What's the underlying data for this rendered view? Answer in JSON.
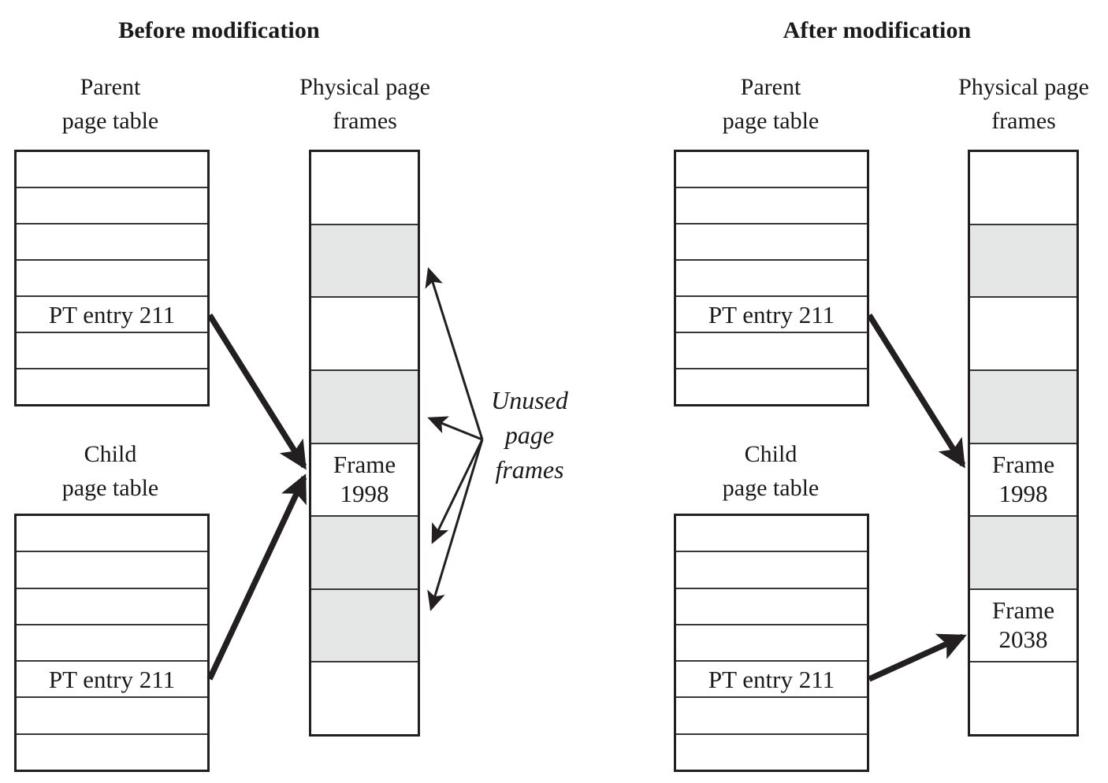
{
  "figure": {
    "description": "Copy-on-write page table diagram: before and after modification"
  },
  "panels": [
    {
      "id": "before",
      "title": "Before modification",
      "parent_label_line1": "Parent",
      "parent_label_line2": "page table",
      "child_label_line1": "Child",
      "child_label_line2": "page table",
      "frames_label_line1": "Physical page",
      "frames_label_line2": "frames",
      "parent_table": {
        "rows": [
          "",
          "",
          "",
          "",
          "PT entry 211",
          "",
          ""
        ],
        "highlight_row_index": 4
      },
      "child_table": {
        "rows": [
          "",
          "",
          "",
          "",
          "PT entry 211",
          "",
          ""
        ],
        "highlight_row_index": 4
      },
      "frames": [
        {
          "label": "",
          "shaded": false
        },
        {
          "label": "",
          "shaded": true
        },
        {
          "label": "",
          "shaded": false
        },
        {
          "label": "",
          "shaded": true
        },
        {
          "label_line1": "Frame",
          "label_line2": "1998",
          "shaded": false
        },
        {
          "label": "",
          "shaded": true
        },
        {
          "label": "",
          "shaded": true
        },
        {
          "label": "",
          "shaded": false
        }
      ],
      "annotation": {
        "line1": "Unused",
        "line2": "page",
        "line3": "frames",
        "points_to_frame_indices": [
          1,
          3,
          5,
          6
        ]
      }
    },
    {
      "id": "after",
      "title": "After modification",
      "parent_label_line1": "Parent",
      "parent_label_line2": "page table",
      "child_label_line1": "Child",
      "child_label_line2": "page table",
      "frames_label_line1": "Physical page",
      "frames_label_line2": "frames",
      "parent_table": {
        "rows": [
          "",
          "",
          "",
          "",
          "PT entry 211",
          "",
          ""
        ],
        "highlight_row_index": 4
      },
      "child_table": {
        "rows": [
          "",
          "",
          "",
          "",
          "PT entry 211",
          "",
          ""
        ],
        "highlight_row_index": 4
      },
      "frames": [
        {
          "label": "",
          "shaded": false
        },
        {
          "label": "",
          "shaded": true
        },
        {
          "label": "",
          "shaded": false
        },
        {
          "label": "",
          "shaded": true
        },
        {
          "label_line1": "Frame",
          "label_line2": "1998",
          "shaded": false
        },
        {
          "label": "",
          "shaded": true
        },
        {
          "label_line1": "Frame",
          "label_line2": "2038",
          "shaded": false
        },
        {
          "label": "",
          "shaded": false
        }
      ]
    }
  ],
  "colors": {
    "ink": "#231f20",
    "shaded_frame": "#e5e6e6",
    "background": "#ffffff",
    "rule": "#3a3536"
  }
}
